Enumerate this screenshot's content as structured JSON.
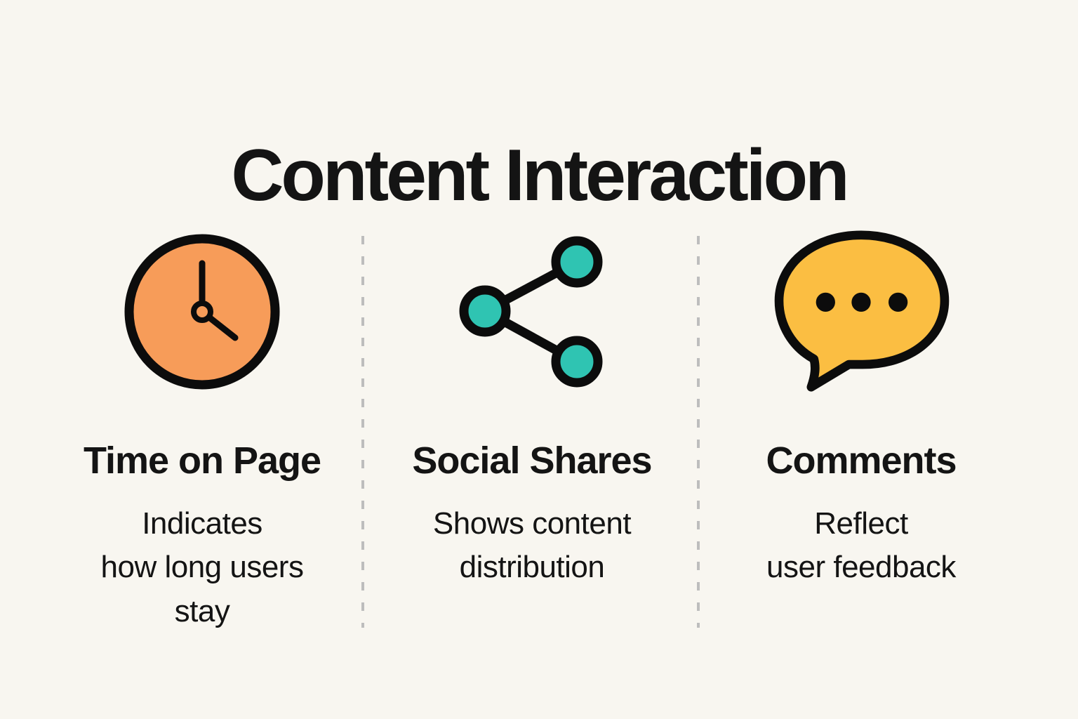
{
  "title": "Content Interaction",
  "colors": {
    "background": "#F8F6F0",
    "text": "#141414",
    "outline": "#0C0C0C",
    "divider": "#BDBDBD",
    "clock_fill": "#F79C59",
    "share_fill": "#2FC4B2",
    "comment_fill": "#FBBE42"
  },
  "columns": [
    {
      "icon": "clock-icon",
      "heading": "Time on Page",
      "desc_lines": [
        "Indicates",
        "how long users",
        "stay"
      ]
    },
    {
      "icon": "share-icon",
      "heading": "Social Shares",
      "desc_lines": [
        "Shows content",
        "distribution"
      ]
    },
    {
      "icon": "comment-bubble-icon",
      "heading": "Comments",
      "desc_lines": [
        "Reflect",
        "user feedback"
      ]
    }
  ]
}
